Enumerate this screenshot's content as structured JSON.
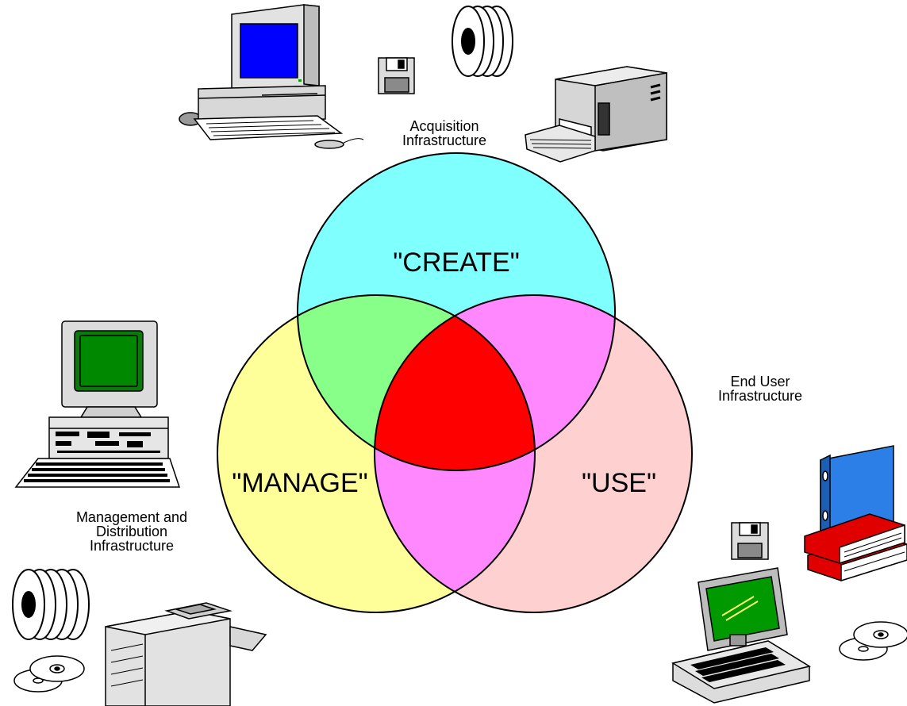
{
  "diagram": {
    "circles": {
      "create": {
        "label": "\"CREATE\"",
        "color": "#80ffff"
      },
      "manage": {
        "label": "\"MANAGE\"",
        "color": "#ffff99"
      },
      "use": {
        "label": "\"USE\"",
        "color": "#ffd0d0"
      }
    },
    "overlaps": {
      "create_manage": "#88ff88",
      "create_use": "#ff88ff",
      "manage_use": "#ff88ff",
      "all_three": "#ff0000"
    },
    "captions": {
      "acquisition_line1": "Acquisition",
      "acquisition_line2": "Infrastructure",
      "end_user_line1": "End User",
      "end_user_line2": "Infrastructure",
      "management_line1": "Management and",
      "management_line2": "Distribution",
      "management_line3": "Infrastructure"
    },
    "icons": [
      "desktop-computer-icon",
      "floppy-disk-icon",
      "tape-reels-icon",
      "printer-icon",
      "workstation-icon",
      "copier-icon",
      "optical-discs-icon",
      "laptop-icon",
      "binder-icon",
      "books-icon"
    ]
  }
}
